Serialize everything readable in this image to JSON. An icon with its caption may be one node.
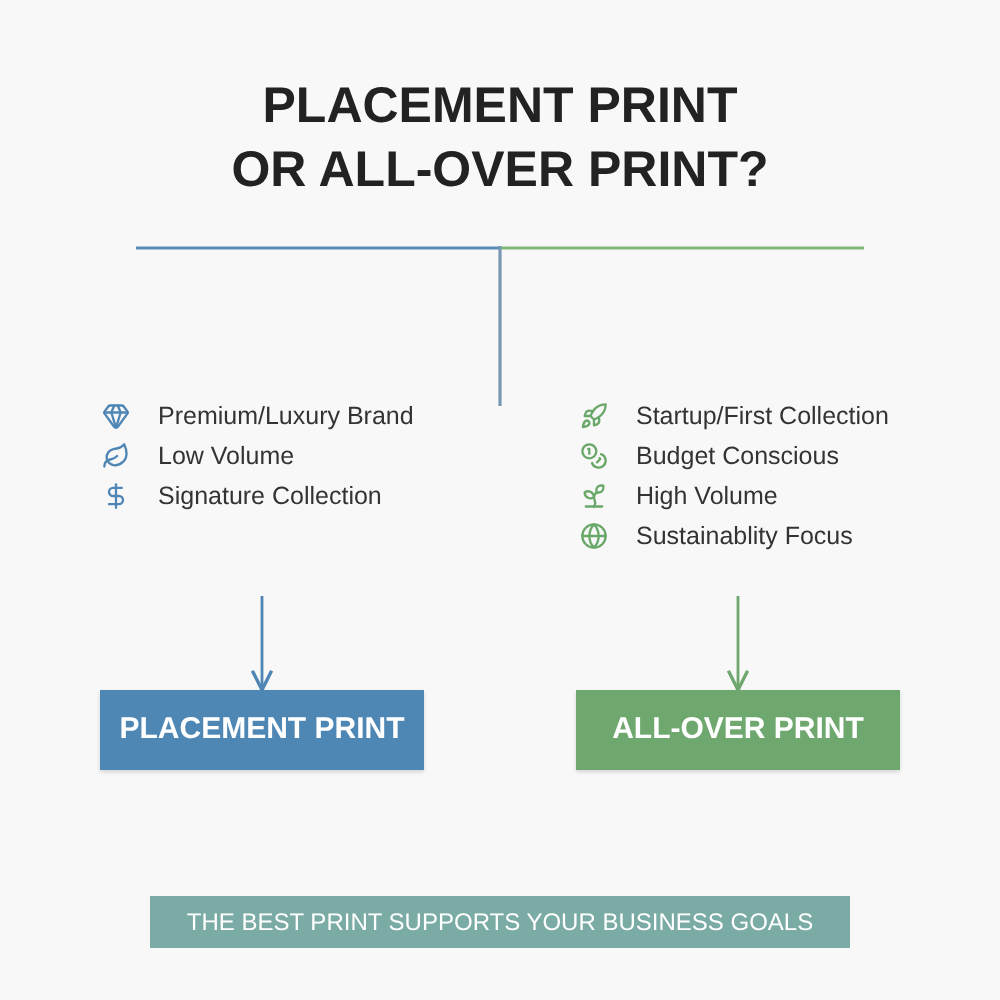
{
  "diagram": {
    "title": "PLACEMENT PRINT OR ALL-OVER PRINT?",
    "nodes": [
      {
        "text": [
          "Premium/Luxury Brand",
          "Low Volume",
          "Signature Collection"
        ]
      },
      {
        "text": [
          "Startup/First Collection",
          "Budget Conscious",
          "High Volume",
          "Sustainablity Focus"
        ]
      },
      {
        "text": [
          "PLACEMENT PRINT"
        ]
      },
      {
        "text": [
          "ALL-OVER PRINT"
        ]
      },
      {
        "text": [
          "THE BEST PRINT SUPPORTS YOUR BUSINESS GOALS"
        ]
      }
    ],
    "edges": [
      {
        "from": 0,
        "to": 2,
        "arrow": "to",
        "color": "#4f86b5"
      },
      {
        "from": 1,
        "to": 3,
        "arrow": "to",
        "color": "#6fa86e"
      }
    ]
  }
}
